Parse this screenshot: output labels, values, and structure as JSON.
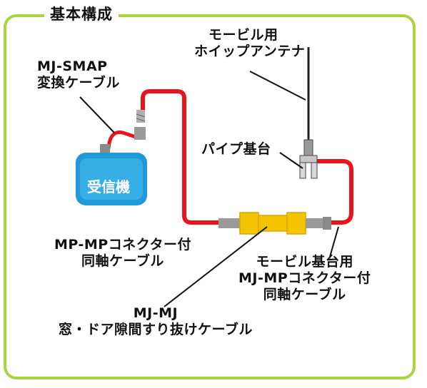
{
  "title": "基本構成",
  "labels": {
    "mj_smap_cable": [
      "MJ-SMAP",
      "変換ケーブル"
    ],
    "receiver": "受信機",
    "mobile_whip_antenna": [
      "モービル用",
      "ホイップアンテナ"
    ],
    "pipe_base": "パイプ基台",
    "mp_mp_cable": [
      "MP-MPコネクター付",
      "同軸ケーブル"
    ],
    "mobile_base_cable": [
      "モービル基台用",
      "MJ-MPコネクター付",
      "同軸ケーブル"
    ],
    "window_door_cable": [
      "MJ-MJ",
      "窓・ドア隙間すり抜けケーブル"
    ]
  },
  "colors": {
    "frame": "#a9d63f",
    "cable": "#e8141c",
    "receiver": "#1f9ad6",
    "adapter": "#f5c400",
    "connector": "#8a8a8a"
  }
}
